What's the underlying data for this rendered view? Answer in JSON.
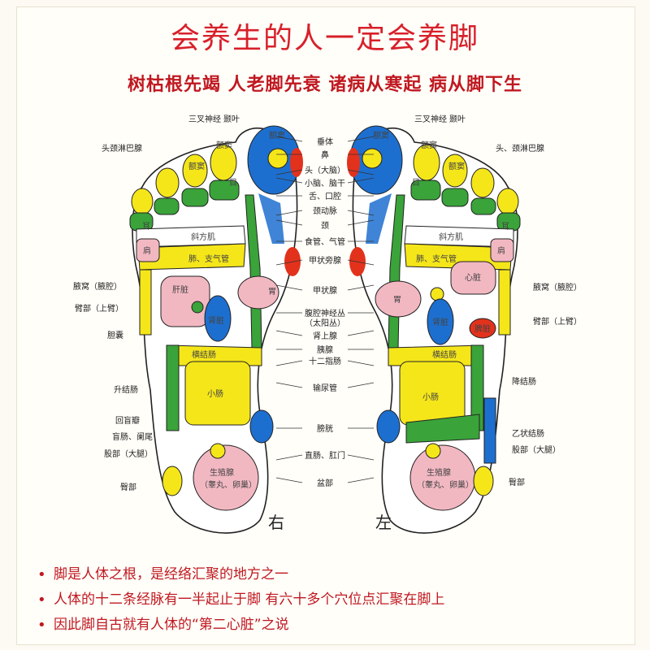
{
  "title": "会养生的人一定会养脚",
  "subtitle": "树枯根先竭 人老脚先衰 诸病从寒起 病从脚下生",
  "center_labels": [
    "垂体",
    "鼻",
    "头（大脑）",
    "小脑、脑干",
    "舌、口腔",
    "颈动脉",
    "颈",
    "食管、气管",
    "甲状旁腺",
    "甲状腺",
    "腹腔神经丛",
    "（太阳丛）",
    "肾上腺",
    "胰腺",
    "十二指肠",
    "输尿管",
    "膀胱",
    "直肠、肛门",
    "盆部"
  ],
  "left_labels": [
    "三叉神经",
    "颞叶",
    "头颈淋巴腺",
    "额窦",
    "眼",
    "耳",
    "腋窝（腋腔）",
    "臂部（上臂）",
    "胆囊",
    "升结肠",
    "回盲瓣",
    "盲肠、阑尾",
    "股部（大腿）",
    "臀部"
  ],
  "right_labels": [
    "三叉神经",
    "颞叶",
    "头、颈淋巴腺",
    "腋窝（腋腔）",
    "臂部（上臂）",
    "降结肠",
    "乙状结肠",
    "股部（大腿）",
    "臀部"
  ],
  "zones": {
    "sinus": "额窦",
    "eye": "目",
    "ear": "耳",
    "trapezius": "斜方肌",
    "shoulder": "肩",
    "lung": "肺、支气管",
    "liver": "肝脏",
    "heart": "心脏",
    "stomach": "胃",
    "kidney": "肾脏",
    "spleen": "脾脏",
    "transverse_colon": "横结肠",
    "small_intestine": "小肠",
    "gonad": "生殖腺",
    "gonad_sub": "（睾丸、卵巢）"
  },
  "foot_left": "右",
  "foot_right": "左",
  "notes": [
    "脚是人体之根，是经络汇聚的地方之一",
    "人体的十二条经脉有一半起止于脚 有六十多个穴位点汇聚在脚上",
    "因此脚自古就有人体的“第二心脏”之说"
  ],
  "colors": {
    "title": "#d8202a",
    "blue": "#1d6fcf",
    "yellow": "#f5e61a",
    "green": "#3aa33a",
    "pink": "#f2b8c2",
    "red": "#e2321c"
  }
}
